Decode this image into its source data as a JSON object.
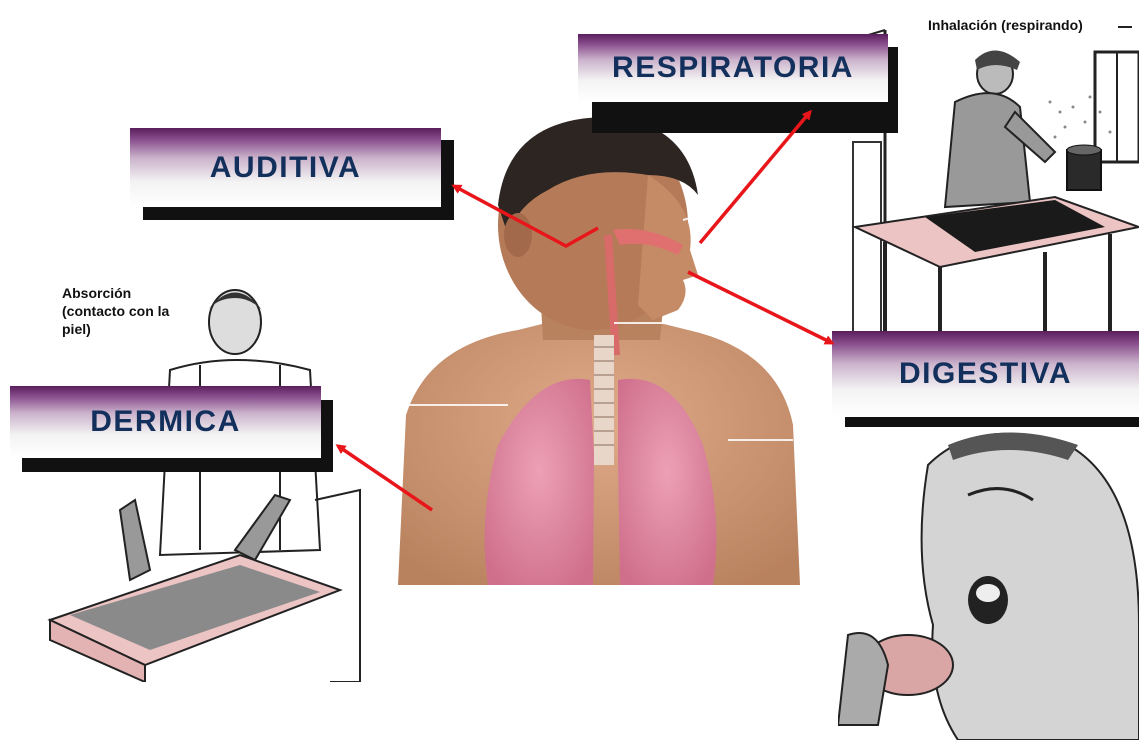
{
  "labels": {
    "respiratory": "RESPIRATORIA",
    "auditory": "AUDITIVA",
    "dermal": "DERMICA",
    "digestive": "DIGESTIVA"
  },
  "captions": {
    "inhalation": "Inhalación (respirando)",
    "absorption_line1": "Absorción",
    "absorption_line2": "(contacto con la",
    "absorption_line3": "piel)"
  },
  "colors": {
    "label_text": "#12305b",
    "arrow": "#e8161b",
    "lungs": "#e48fa6",
    "skin": "#d9a07e",
    "hair": "#2c2521"
  }
}
